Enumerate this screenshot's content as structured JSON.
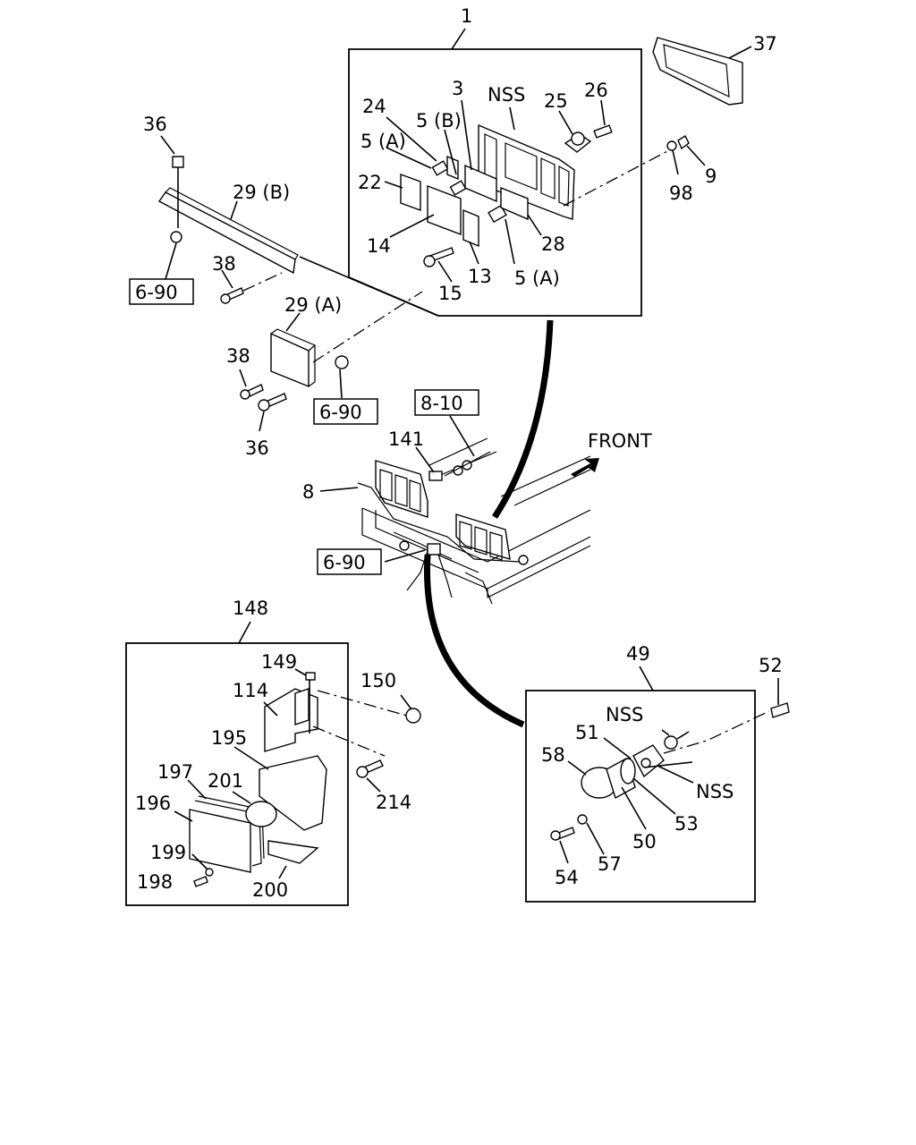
{
  "callouts": {
    "c1": "1",
    "c37": "37",
    "c36a": "36",
    "c29b": "29 (B)",
    "c3": "3",
    "cNSS1": "NSS",
    "c25": "25",
    "c26": "26",
    "c24": "24",
    "c5b": "5 (B)",
    "c5a1": "5 (A)",
    "c22": "22",
    "c9": "9",
    "c98": "98",
    "c28": "28",
    "c14": "14",
    "c13": "13",
    "c5a2": "5 (A)",
    "c15": "15",
    "c38a": "38",
    "c29a": "29 (A)",
    "c38b": "38",
    "c36b": "36",
    "c141": "141",
    "c8": "8",
    "cFront": "FRONT",
    "c148": "148",
    "c149": "149",
    "c114": "114",
    "c150": "150",
    "c195": "195",
    "c197": "197",
    "c201": "201",
    "c196": "196",
    "c214": "214",
    "c199": "199",
    "c198": "198",
    "c200": "200",
    "c49": "49",
    "c52": "52",
    "cNSS2": "NSS",
    "c51": "51",
    "c58": "58",
    "cNSS3": "NSS",
    "c53": "53",
    "c50": "50",
    "c54": "54",
    "c57": "57"
  },
  "ref_boxes": {
    "r690a": "6-90",
    "r690b": "6-90",
    "r810": "8-10",
    "r690c": "6-90"
  },
  "icons": [
    "front-arrow-icon"
  ]
}
